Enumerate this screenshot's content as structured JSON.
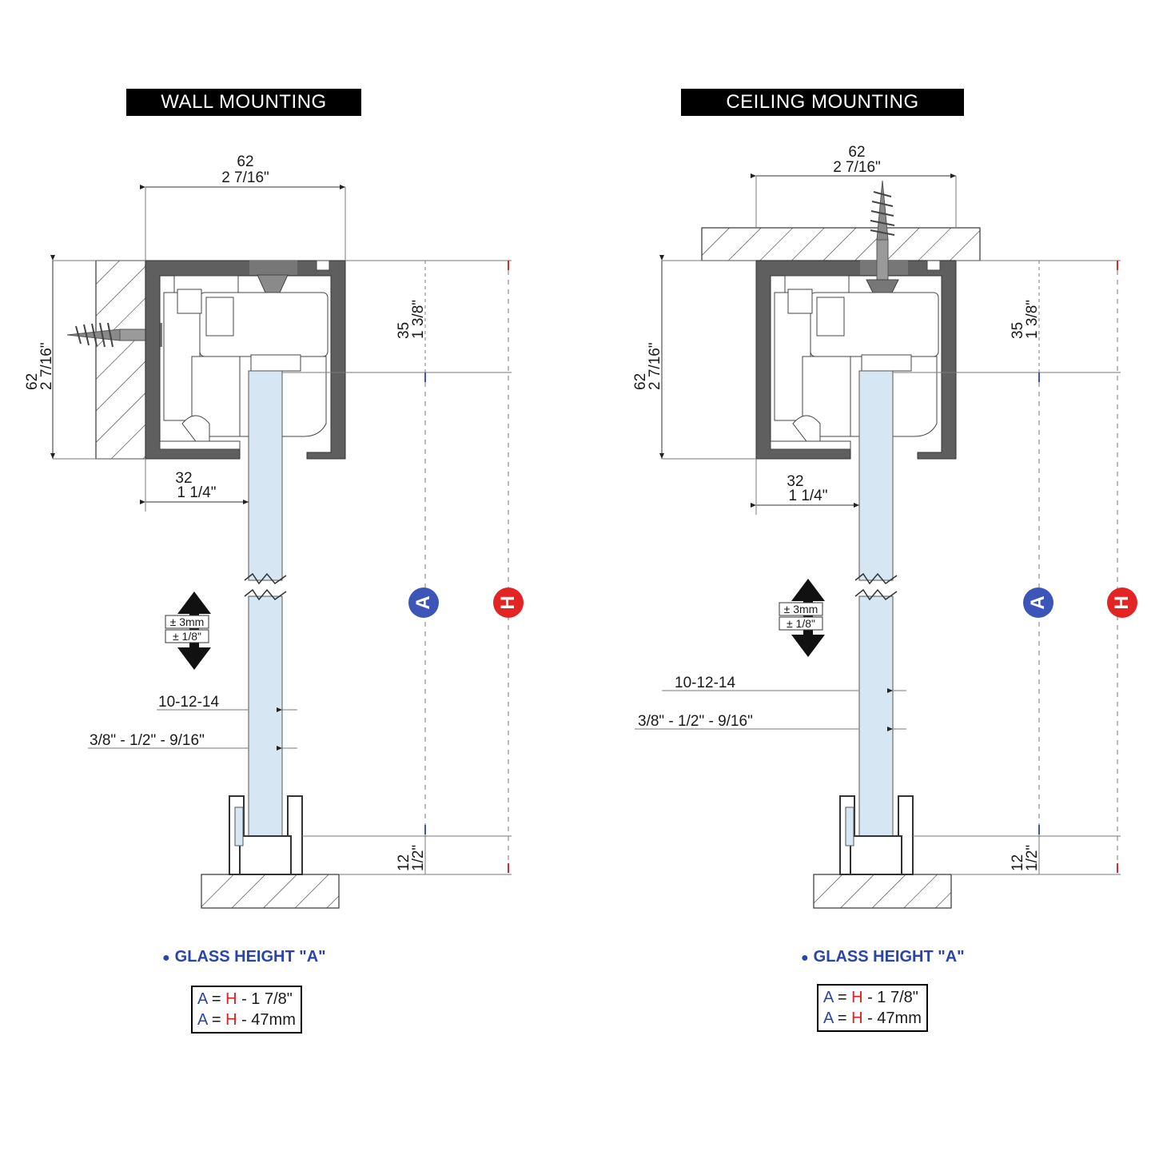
{
  "panels": {
    "wall": {
      "title": "WALL MOUNTING",
      "width_mm": "62",
      "width_in": "2 7/16\"",
      "height_mm": "62",
      "height_in": "2 7/16\"",
      "top_dim_mm": "35",
      "top_dim_in": "1 3/8\"",
      "offset_mm": "32",
      "offset_in": "1 1/4\"",
      "adjust_mm": "± 3mm",
      "adjust_in": "± 1/8\"",
      "glass_mm": "10-12-14",
      "glass_in": "3/8\" - 1/2\" - 9/16\"",
      "bottom_mm": "12",
      "bottom_in": "1/2\"",
      "badge_a": "A",
      "badge_h": "H",
      "glass_height_label": "GLASS HEIGHT \"A\"",
      "formula_1": {
        "a": "A",
        "eq": "=",
        "h": "H",
        "rest": "- 1 7/8\""
      },
      "formula_2": {
        "a": "A",
        "eq": "=",
        "h": "H",
        "rest": "- 47mm"
      }
    },
    "ceiling": {
      "title": "CEILING MOUNTING",
      "width_mm": "62",
      "width_in": "2 7/16\"",
      "height_mm": "62",
      "height_in": "2 7/16\"",
      "top_dim_mm": "35",
      "top_dim_in": "1 3/8\"",
      "offset_mm": "32",
      "offset_in": "1 1/4\"",
      "adjust_mm": "± 3mm",
      "adjust_in": "± 1/8\"",
      "glass_mm": "10-12-14",
      "glass_in": "3/8\" - 1/2\" - 9/16\"",
      "bottom_mm": "12",
      "bottom_in": "1/2\"",
      "badge_a": "A",
      "badge_h": "H",
      "glass_height_label": "GLASS HEIGHT \"A\"",
      "formula_1": {
        "a": "A",
        "eq": "=",
        "h": "H",
        "rest": "- 1 7/8\""
      },
      "formula_2": {
        "a": "A",
        "eq": "=",
        "h": "H",
        "rest": "- 47mm"
      }
    }
  },
  "colors": {
    "profile": "#5f5f5f",
    "glass": "#d6e6f3",
    "dim_line": "#7a7a7a",
    "a_blue": "#3b55b8",
    "h_red": "#e42323",
    "label_blue": "#2a45a8"
  },
  "icons": [
    "screw-icon",
    "up-down-arrow-icon",
    "hatched-wall-icon",
    "hatched-ceiling-icon",
    "hatched-floor-icon"
  ]
}
